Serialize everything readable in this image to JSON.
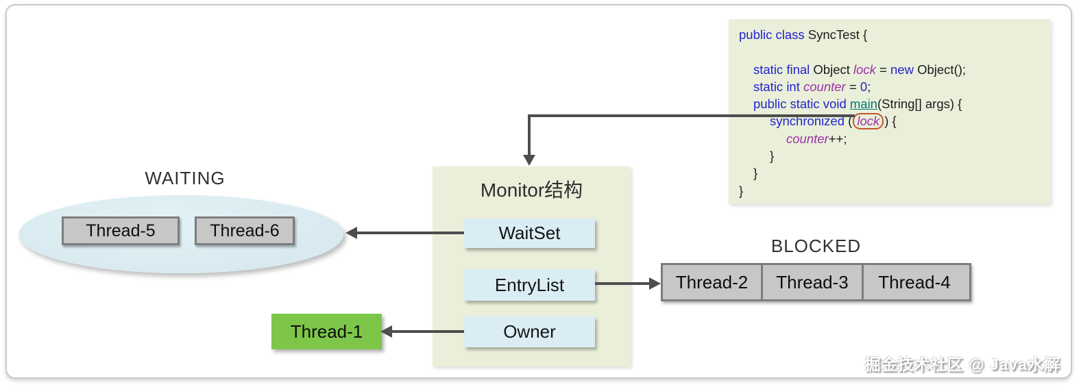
{
  "colors": {
    "panel_bg": "#eaefda",
    "slot_blue": "#daedf4",
    "ellipse_blue": "#d8eaf0",
    "thread_gray": "#c7c7c7",
    "thread_border": "#7d7d7d",
    "thread_green": "#7dc64a",
    "arrow": "#4d4d4d",
    "kw_blue": "#2323cb",
    "var_purple": "#9a33a6",
    "fn_teal": "#007878",
    "lock_ring": "#c2552d"
  },
  "code": {
    "line1": {
      "kw": "public class",
      "rest": " SyncTest {"
    },
    "line3": {
      "kw": "static final",
      "obj": " Object ",
      "var": "lock",
      "eq": " = ",
      "new": "new",
      "rest": " Object();"
    },
    "line4": {
      "kw": "static int ",
      "var": "counter",
      "eq": " = ",
      "num": "0",
      "rest": ";"
    },
    "line5": {
      "kw": "public static void ",
      "fn": "main",
      "rest": "(String[] args) {"
    },
    "line6": {
      "kw": "synchronized",
      "open": " (",
      "var": "lock",
      "rest": ") {"
    },
    "line7": {
      "var": "counter",
      "rest": "++;"
    },
    "line8": "}",
    "line9": "}",
    "line10": "}"
  },
  "monitor": {
    "title": "Monitor结构",
    "slots": [
      {
        "label": "WaitSet"
      },
      {
        "label": "EntryList"
      },
      {
        "label": "Owner"
      }
    ]
  },
  "waiting": {
    "label": "WAITING",
    "threads": [
      "Thread-5",
      "Thread-6"
    ]
  },
  "blocked": {
    "label": "BLOCKED",
    "threads": [
      "Thread-2",
      "Thread-3",
      "Thread-4"
    ]
  },
  "owner_thread": {
    "label": "Thread-1"
  },
  "watermark": "掘金技术社区 @ Java水解"
}
